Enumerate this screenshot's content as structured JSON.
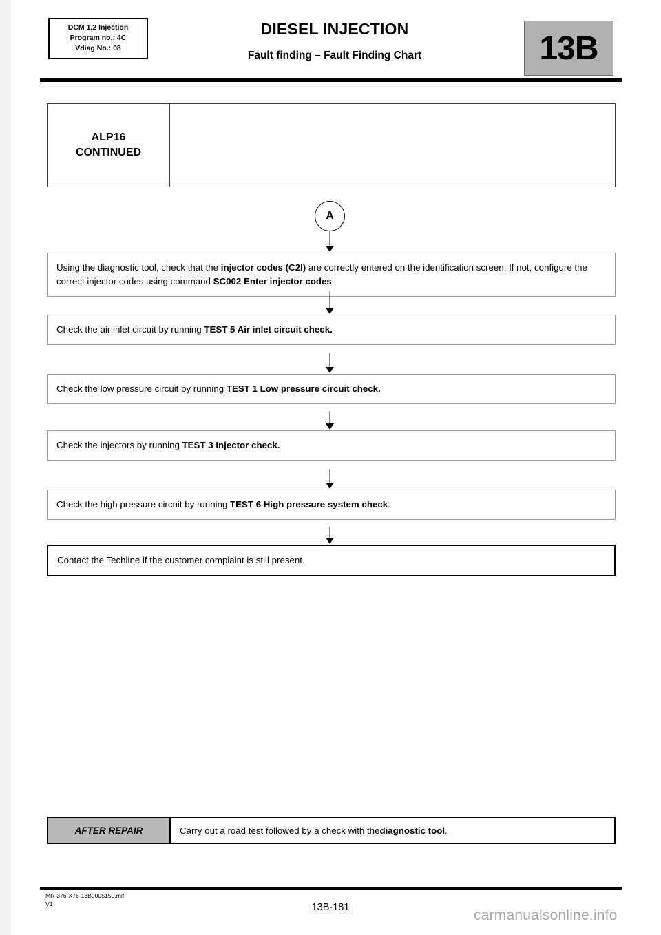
{
  "header": {
    "id_box": {
      "line1": "DCM 1.2 Injection",
      "line2": "Program no.: 4C",
      "line3": "Vdiag No.: 08"
    },
    "title": "DIESEL INJECTION",
    "subtitle": "Fault finding – Fault Finding Chart",
    "section_badge": "13B",
    "badge_color": "#b2b2b2"
  },
  "chart": {
    "header_box": {
      "label_line1": "ALP16",
      "label_line2": "CONTINUED",
      "content": ""
    },
    "connector_node": "A",
    "steps": [
      {
        "id": "step-injector-codes",
        "parts": [
          {
            "text": "Using the diagnostic tool, check that the ",
            "bold": false
          },
          {
            "text": "injector codes (C2I)",
            "bold": true
          },
          {
            "text": " are correctly entered on the identification screen. If not, configure the correct injector codes using command ",
            "bold": false
          },
          {
            "text": "SC002 Enter injector codes",
            "bold": true
          }
        ],
        "emphasis": false
      },
      {
        "id": "step-air-inlet",
        "parts": [
          {
            "text": "Check the air inlet circuit by running ",
            "bold": false
          },
          {
            "text": "TEST 5 Air inlet circuit check.",
            "bold": true
          }
        ],
        "emphasis": false
      },
      {
        "id": "step-low-pressure",
        "parts": [
          {
            "text": "Check the low pressure circuit by running ",
            "bold": false
          },
          {
            "text": "TEST 1 Low pressure circuit check.",
            "bold": true
          }
        ],
        "emphasis": false
      },
      {
        "id": "step-injectors",
        "parts": [
          {
            "text": "Check the injectors by running ",
            "bold": false
          },
          {
            "text": "TEST 3 Injector check.",
            "bold": true
          }
        ],
        "emphasis": false
      },
      {
        "id": "step-high-pressure",
        "parts": [
          {
            "text": "Check the high pressure circuit by running ",
            "bold": false
          },
          {
            "text": "TEST 6 High pressure system check",
            "bold": true
          },
          {
            "text": ".",
            "bold": false
          }
        ],
        "emphasis": false
      },
      {
        "id": "step-contact-techline",
        "parts": [
          {
            "text": "Contact the Techline if the customer complaint is still present.",
            "bold": false
          }
        ],
        "emphasis": true
      }
    ]
  },
  "after_repair": {
    "label": "AFTER REPAIR",
    "parts": [
      {
        "text": "Carry out a road test followed by a check with the ",
        "bold": false
      },
      {
        "text": "diagnostic tool",
        "bold": true
      },
      {
        "text": ".",
        "bold": false
      }
    ]
  },
  "footer": {
    "document_ref": "MR-376-X76-13B000$150.mif",
    "version": "V1",
    "page_number": "13B-181",
    "watermark": "carmanualsonline.info"
  }
}
